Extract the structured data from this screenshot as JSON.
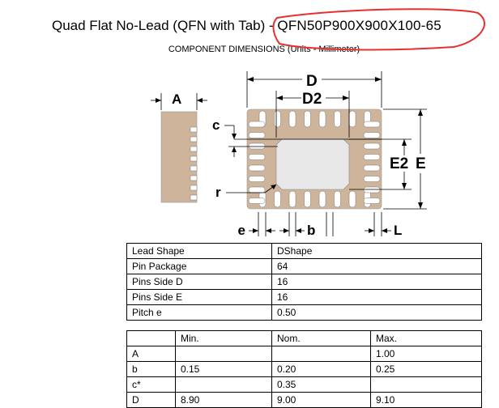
{
  "header": {
    "title_prefix": "Quad Flat No-Lead (QFN with Tab) - ",
    "part_number": "QFN50P900X900X100-65",
    "subtitle": "COMPONENT DIMENSIONS (Units - Millimeter)"
  },
  "diagram": {
    "labels": {
      "A": "A",
      "D": "D",
      "D2": "D2",
      "c": "c",
      "r": "r",
      "E2": "E2",
      "E": "E",
      "e": "e",
      "b": "b",
      "L": "L"
    },
    "colors": {
      "package_body": "#cdb49a",
      "exposed_pad": "#e8e8e8",
      "annotation_circle": "#e53030"
    }
  },
  "package_table": {
    "rows": [
      {
        "label": "Lead Shape",
        "value": "DShape"
      },
      {
        "label": "Pin Package",
        "value": "64"
      },
      {
        "label": "Pins Side D",
        "value": "16"
      },
      {
        "label": "Pins Side E",
        "value": "16"
      },
      {
        "label": "Pitch e",
        "value": "0.50"
      }
    ]
  },
  "dimension_table": {
    "headers": [
      "",
      "Min.",
      "Nom.",
      "Max."
    ],
    "rows": [
      {
        "dim": "A",
        "min": "",
        "nom": "",
        "max": "1.00"
      },
      {
        "dim": "b",
        "min": "0.15",
        "nom": "0.20",
        "max": "0.25"
      },
      {
        "dim": "c*",
        "min": "",
        "nom": "0.35",
        "max": ""
      },
      {
        "dim": "D",
        "min": "8.90",
        "nom": "9.00",
        "max": "9.10"
      }
    ]
  }
}
